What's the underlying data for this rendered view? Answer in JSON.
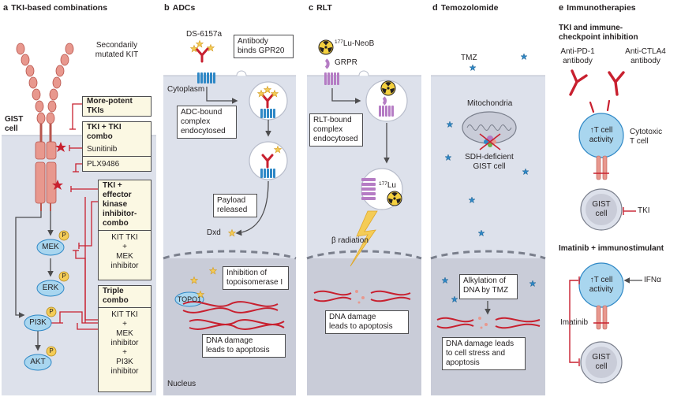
{
  "panels": {
    "a": {
      "letter": "a",
      "title": "TKI-based combinations"
    },
    "b": {
      "letter": "b",
      "title": "ADCs"
    },
    "c": {
      "letter": "c",
      "title": "RLT"
    },
    "d": {
      "letter": "d",
      "title": "Temozolomide"
    },
    "e": {
      "letter": "e",
      "title": "Immunotherapies"
    }
  },
  "panel_a": {
    "secondarily": "Secondarily",
    "mutated_kit": "mutated KIT",
    "gist": "GIST",
    "cell": "cell",
    "more_potent": "More-potent",
    "tkis": "TKIs",
    "tki_tki": "TKI + TKI",
    "combo": "combo",
    "sunitinib": "Sunitinib",
    "plx": "PLX9486",
    "effector_1": "TKI +",
    "effector_2": "effector",
    "effector_3": "kinase",
    "effector_4": "inhibitor-",
    "effector_5": "combo",
    "kit_tki": "KIT TKI",
    "plus": "+",
    "mek_inhibitor_1": "MEK",
    "mek_inhibitor_2": "inhibitor",
    "triple": "Triple",
    "triple_combo": "combo",
    "t_kit_tki": "KIT TKI",
    "t_plus1": "+",
    "t_mek": "MEK",
    "t_inhib1": "inhibitor",
    "t_plus2": "+",
    "t_pi3k": "PI3K",
    "t_inhib2": "inhibitor",
    "mek": "MEK",
    "erk": "ERK",
    "pi3k": "PI3K",
    "akt": "AKT",
    "p": "P"
  },
  "panel_b": {
    "ds": "DS-6157a",
    "antibody_binds_1": "Antibody",
    "antibody_binds_2": "binds GPR20",
    "cytoplasm": "Cytoplasm",
    "adc_1": "ADC-bound",
    "adc_2": "complex",
    "adc_3": "endocytosed",
    "payload_1": "Payload",
    "payload_2": "released",
    "dxd": "Dxd",
    "topo_1": "Inhibition of",
    "topo_2": "topoisomerase I",
    "topo1": "TOPO1",
    "dna_1": "DNA damage",
    "dna_2": "leads to apoptosis",
    "nucleus": "Nucleus"
  },
  "panel_c": {
    "lu_mass": "177",
    "lu_neob": "Lu-NeoB",
    "grpr": "GRPR",
    "rlt_1": "RLT-bound",
    "rlt_2": "complex",
    "rlt_3": "endocytosed",
    "lu_mass2": "177",
    "lu": "Lu",
    "beta": "β radiation",
    "dna_1": "DNA damage",
    "dna_2": "leads to apoptosis"
  },
  "panel_d": {
    "tmz": "TMZ",
    "mito": "Mitochondria",
    "sdh_1": "SDH-deficient",
    "sdh_2": "GIST cell",
    "alk_1": "Alkylation of",
    "alk_2": "DNA by TMZ",
    "dna_1": "DNA damage leads",
    "dna_2": "to cell stress and",
    "dna_3": "apoptosis"
  },
  "panel_e": {
    "sub1_1": "TKI and immune-",
    "sub1_2": "checkpoint inhibition",
    "pd1_1": "Anti-PD-1",
    "pd1_2": "antibody",
    "ctla4_1": "Anti-CTLA4",
    "ctla4_2": "antibody",
    "tcell_1": "↑T cell",
    "tcell_2": "activity",
    "cyto_1": "Cytotoxic",
    "cyto_2": "T cell",
    "gist_1": "GIST",
    "gist_2": "cell",
    "tki": "TKI",
    "sub2": "Imatinib + immunostimulant",
    "tcell2_1": "↑T cell",
    "tcell2_2": "activity",
    "ifn": "IFNα",
    "imatinib": "Imatinib",
    "gist2_1": "GIST",
    "gist2_2": "cell"
  },
  "colors": {
    "accent_red": "#c8202f",
    "receptor_pink": "#e8988e",
    "membrane_blue": "#2f88c6",
    "tcell_blue": "#a9d6ef",
    "cytoplasm_grey": "#dde1eb",
    "nucleus_grey": "#c9ccd8",
    "yellow_box": "#fbf8e3",
    "dna_red": "#c8202f",
    "purple": "#b57cc4"
  }
}
